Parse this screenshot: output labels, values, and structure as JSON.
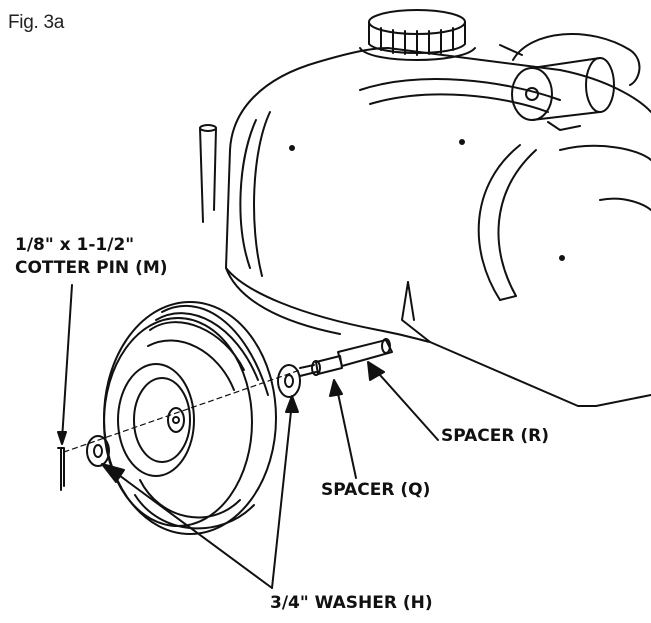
{
  "figure": {
    "label": "Fig. 3a"
  },
  "callouts": {
    "cotter_pin_line1": "1/8\" x 1-1/2\"",
    "cotter_pin_line2": "COTTER PIN (M)",
    "spacer_r": "SPACER (R)",
    "spacer_q": "SPACER (Q)",
    "washer": "3/4\" WASHER (H)"
  },
  "colors": {
    "ink": "#111111",
    "paper": "#ffffff"
  }
}
